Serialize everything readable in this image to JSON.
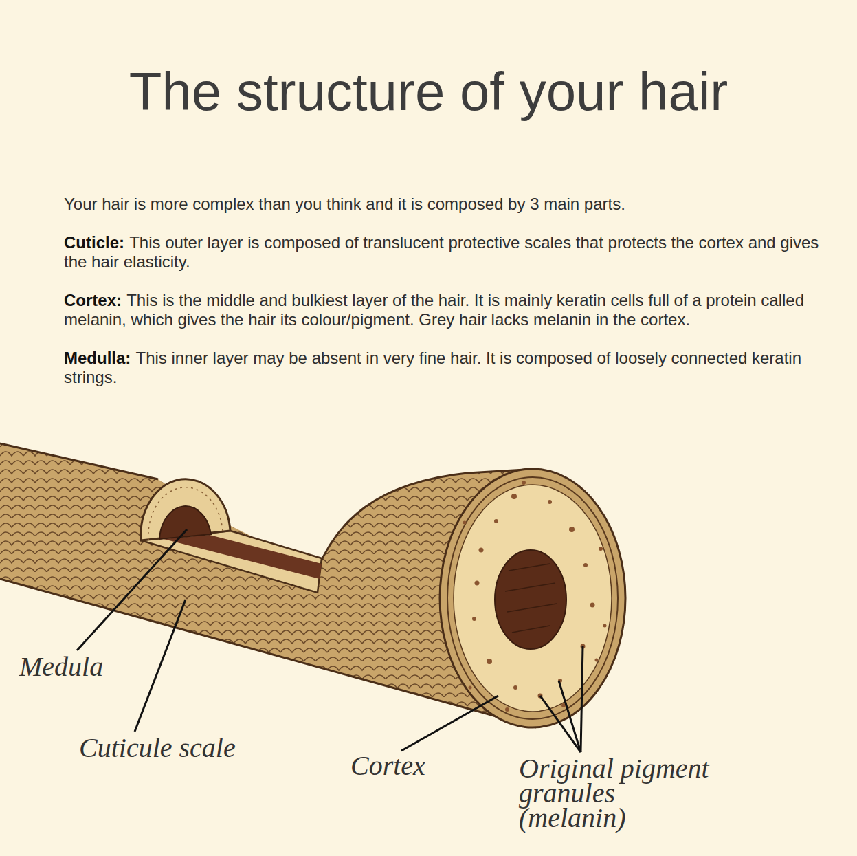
{
  "diagram": {
    "title": "The structure of your hair",
    "labels": [
      "Your hair is more complex than you think and it is composed by 3 main parts.",
      "Cuticle:",
      "This outer layer is composed of translucent protective scales that protects the cortex and gives the hair elasticity.",
      "Cortex:",
      "This is the middle and bulkiest layer of the hair. It is mainly keratin cells full of a protein called melanin, which gives the hair its colour/pigment. Grey hair lacks melanin in the cortex.",
      "Medulla:",
      "This inner layer may be absent in very fine hair. It is composed of loosely connected keratin strings.",
      "Medula",
      "Cuticule scale",
      "Cortex",
      "Original pigment granules (melanin)"
    ]
  }
}
